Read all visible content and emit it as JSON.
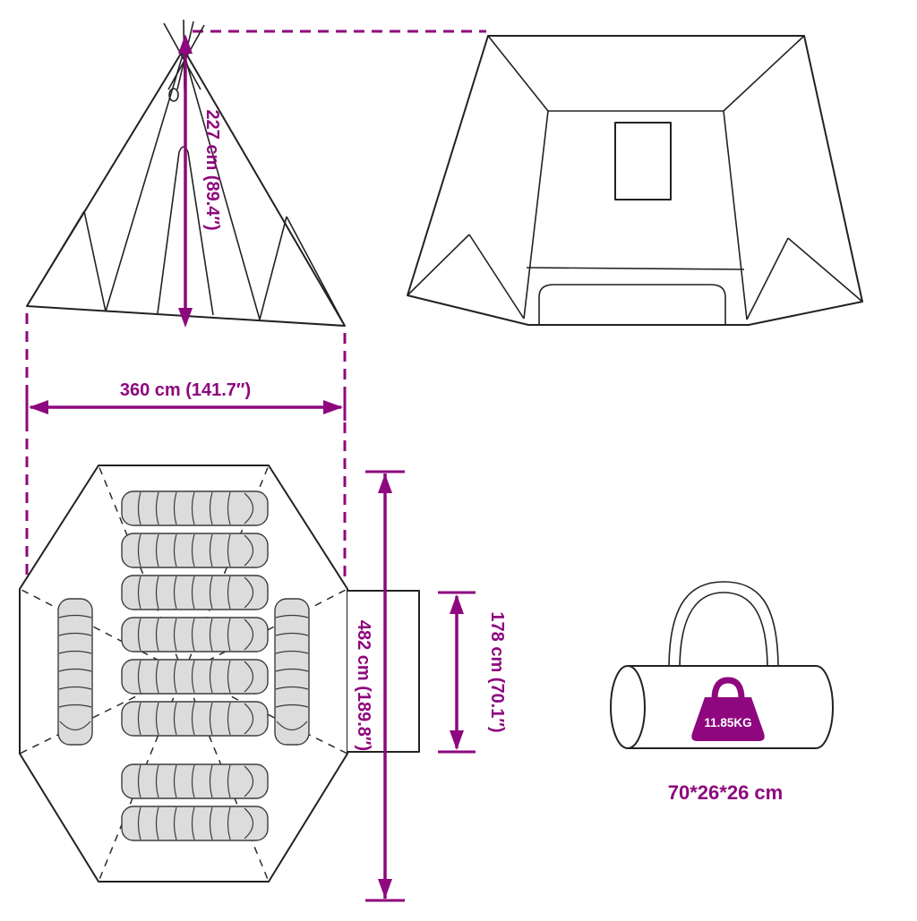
{
  "colors": {
    "accent": "#8E077E",
    "outline": "#222222",
    "bag_fill": "#dcdcdc",
    "background": "#ffffff"
  },
  "dimensions": {
    "height": "227 cm (89.4″)",
    "width": "360 cm (141.7″)",
    "length": "482 cm (189.8″)",
    "door_width": "178 cm (70.1″)"
  },
  "carry_bag": {
    "weight": "11.85KG",
    "size": "70*26*26 cm"
  },
  "icons": {
    "weight_badge": "weight-icon"
  }
}
